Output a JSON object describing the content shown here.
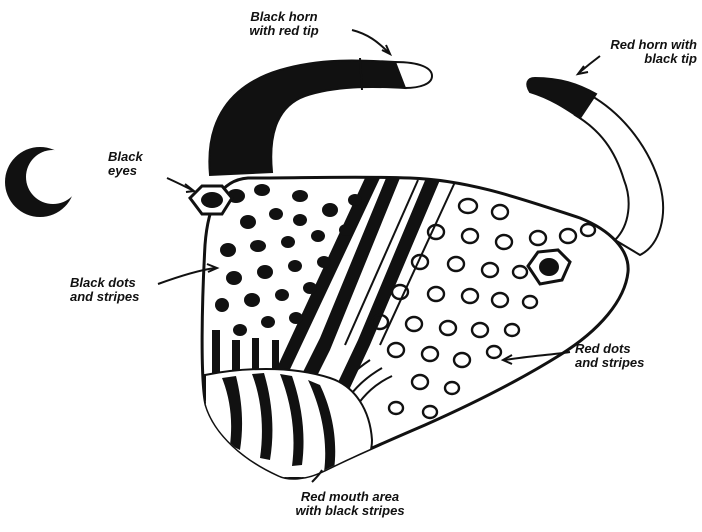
{
  "labels": {
    "black_horn": [
      "Black horn",
      "with red tip"
    ],
    "red_horn": [
      "Red horn with",
      "black tip"
    ],
    "black_eyes": [
      "Black",
      "eyes"
    ],
    "black_dots": [
      "Black dots",
      "and stripes"
    ],
    "red_dots": [
      "Red dots",
      "and stripes"
    ],
    "red_mouth": [
      "Red mouth area",
      "with black stripes"
    ]
  },
  "colors": {
    "ink": "#111111",
    "paper": "#ffffff"
  }
}
